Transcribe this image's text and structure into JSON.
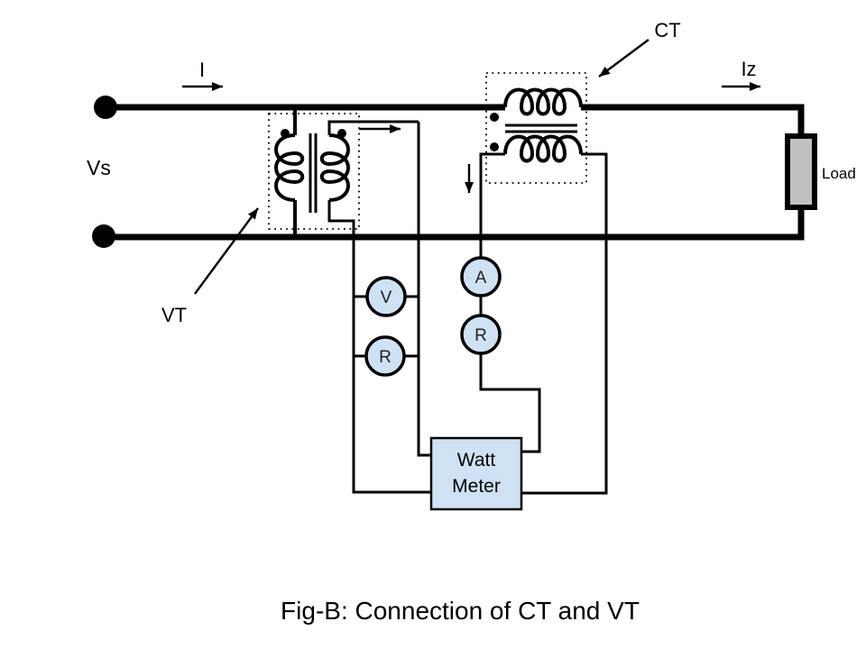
{
  "figure": {
    "caption": "Fig-B: Connection of CT and VT"
  },
  "source": {
    "label": "Vs"
  },
  "currents": {
    "line_current_label": "I",
    "load_current_label": "Iz"
  },
  "transformers": {
    "ct_label": "CT",
    "vt_label": "VT"
  },
  "load": {
    "label": "Load"
  },
  "meters": {
    "voltmeter_label": "V",
    "vt_burden_resistor_label": "R",
    "ammeter_label": "A",
    "ct_burden_resistor_label": "R"
  },
  "watt_meter": {
    "line1": "Watt",
    "line2": "Meter"
  },
  "colors": {
    "wire": "#000000",
    "meter_fill": "#cfe2f3",
    "watt_meter_fill": "#cfe2f3",
    "load_fill": "#c0c0c0",
    "background": "#ffffff"
  }
}
